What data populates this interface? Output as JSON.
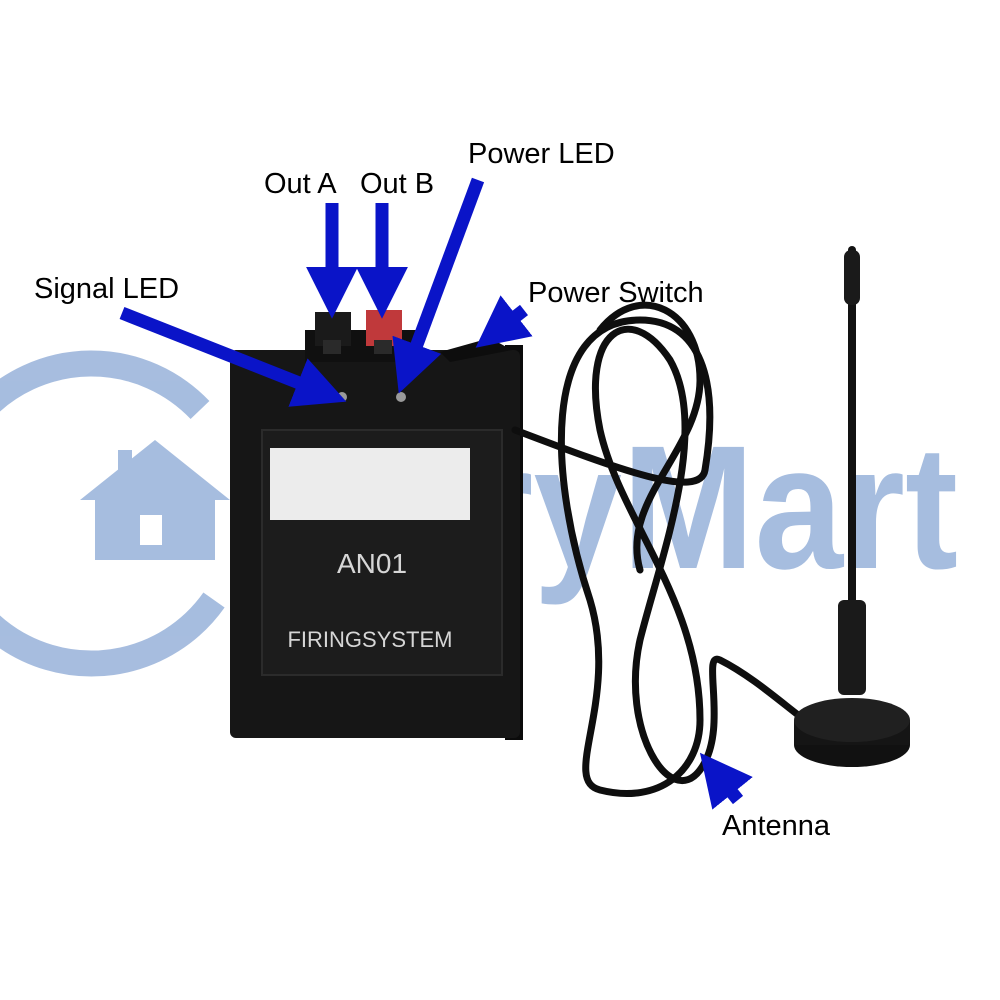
{
  "watermark": {
    "text": "CaryMart",
    "color": "#9db6dc"
  },
  "device": {
    "model": "AN01",
    "brand_text": "FIRINGSYSTEM",
    "body_color": "#161616",
    "label_color": "#ececec",
    "terminal_a_color": "#1a1a1a",
    "terminal_b_color": "#c0393b"
  },
  "callouts": {
    "arrow_color": "#0a14c8",
    "signal_led": "Signal LED",
    "out_a": "Out A",
    "out_b": "Out B",
    "power_led": "Power LED",
    "power_switch": "Power Switch",
    "antenna": "Antenna"
  },
  "icons": [
    "house-logo-icon",
    "arrow-icon"
  ]
}
